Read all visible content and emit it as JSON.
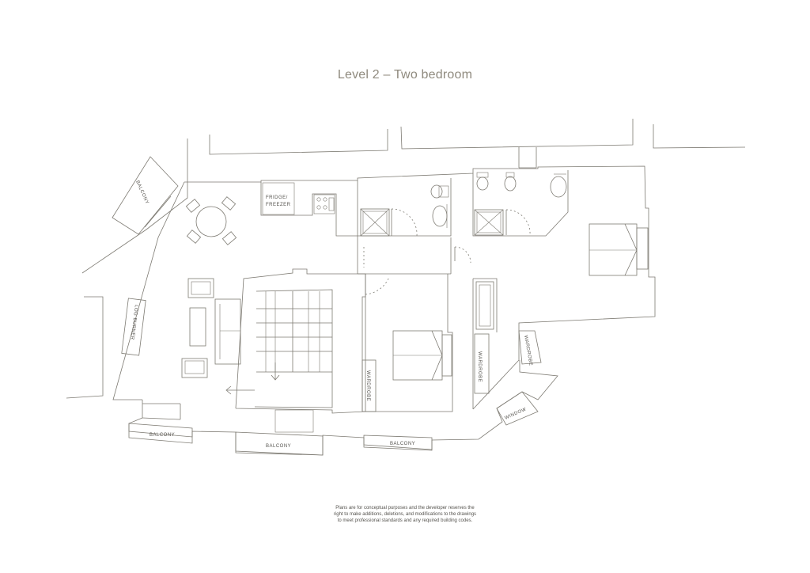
{
  "title": "Level 2 – Two bedroom",
  "labels": {
    "balcony": "BALCONY",
    "log_burner": "LOG BURNER",
    "fridge_line1": "FRIDGE/",
    "fridge_line2": "FREEZER",
    "wardrobe": "WARDROBE",
    "window": "WINDOW"
  },
  "disclaimer": [
    "Plans are for conceptual purposes and the developer reserves the",
    "right to make additions, deletions, and modifications to the drawings",
    "to meet professional standards and any required building codes."
  ]
}
